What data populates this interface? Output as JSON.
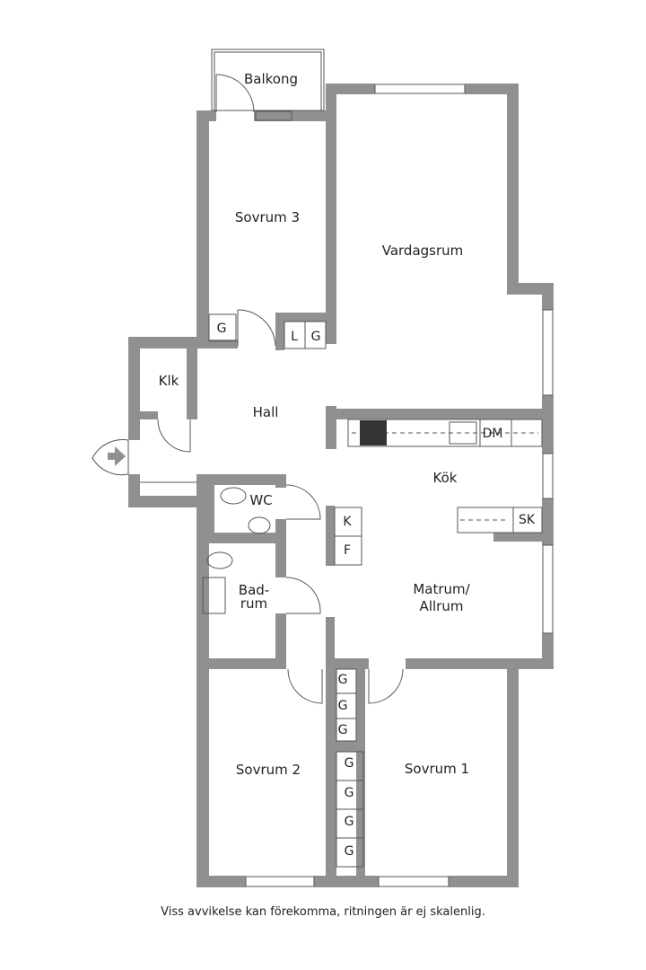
{
  "rooms": {
    "balkong": "Balkong",
    "sovrum3": "Sovrum 3",
    "vardagsrum": "Vardagsrum",
    "klk": "Klk",
    "hall": "Hall",
    "kok": "Kök",
    "wc": "WC",
    "badrum_l1": "Bad-",
    "badrum_l2": "rum",
    "matrum_l1": "Matrum/",
    "matrum_l2": "Allrum",
    "sovrum2": "Sovrum 2",
    "sovrum1": "Sovrum 1"
  },
  "fixtures": {
    "g": "G",
    "l": "L",
    "dm": "DM",
    "sk": "SK",
    "k": "K",
    "f": "F"
  },
  "colors": {
    "wall": "#8f9191",
    "line": "#555555"
  },
  "disclaimer": "Viss avvikelse kan förekomma, ritningen är ej skalenlig."
}
